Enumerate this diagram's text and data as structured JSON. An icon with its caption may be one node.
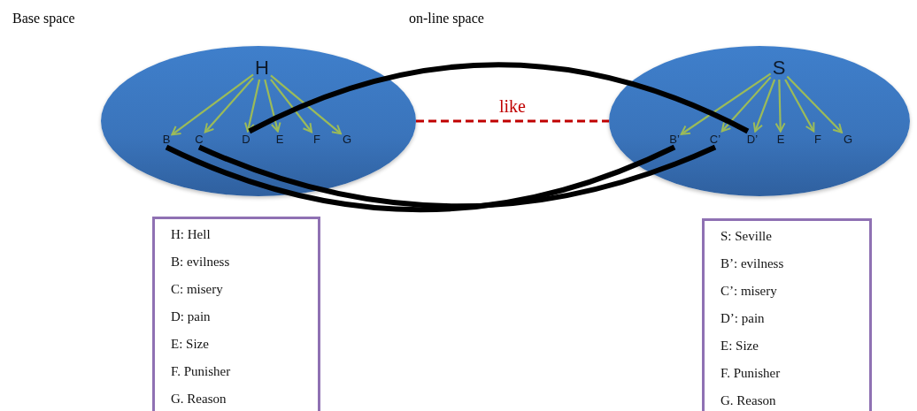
{
  "diagram": {
    "nodes": [
      {
        "text": [],
        "shape": "circle"
      },
      {
        "text": [
          "H"
        ],
        "in": 0
      },
      {
        "text": [
          "B"
        ],
        "in": 0
      },
      {
        "text": [
          "C"
        ],
        "in": 0
      },
      {
        "text": [
          "D"
        ],
        "in": 0
      },
      {
        "text": [
          "E"
        ],
        "in": 0
      },
      {
        "text": [
          "F"
        ],
        "in": 0
      },
      {
        "text": [
          "G"
        ],
        "in": 0
      },
      {
        "text": [],
        "shape": "circle"
      },
      {
        "text": [
          "S"
        ],
        "in": 8
      },
      {
        "text": [
          "B’"
        ],
        "in": 8
      },
      {
        "text": [
          "C’"
        ],
        "in": 8
      },
      {
        "text": [
          "D’"
        ],
        "in": 8
      },
      {
        "text": [
          "E"
        ],
        "in": 8
      },
      {
        "text": [
          "F"
        ],
        "in": 8
      },
      {
        "text": [
          "G"
        ],
        "in": 8
      },
      {
        "text": [
          "H: Hell",
          "B: evilness",
          "C: misery",
          "D: pain",
          "E: Size",
          "F. Punisher",
          "G. Reason"
        ]
      },
      {
        "text": [
          "S: Seville",
          "B’: evilness",
          "C’: misery",
          "D’: pain",
          "E: Size",
          "F. Punisher",
          "G. Reason"
        ]
      }
    ],
    "edges": [
      {
        "from": 1,
        "to": 2,
        "arrow": "to"
      },
      {
        "from": 1,
        "to": 3,
        "arrow": "to"
      },
      {
        "from": 1,
        "to": 4,
        "arrow": "to"
      },
      {
        "from": 1,
        "to": 5,
        "arrow": "to"
      },
      {
        "from": 1,
        "to": 6,
        "arrow": "to"
      },
      {
        "from": 1,
        "to": 7,
        "arrow": "to"
      },
      {
        "from": 9,
        "to": 10,
        "arrow": "to"
      },
      {
        "from": 9,
        "to": 11,
        "arrow": "to"
      },
      {
        "from": 9,
        "to": 12,
        "arrow": "to"
      },
      {
        "from": 9,
        "to": 13,
        "arrow": "to"
      },
      {
        "from": 9,
        "to": 14,
        "arrow": "to"
      },
      {
        "from": 9,
        "to": 15,
        "arrow": "to"
      },
      {
        "from": 0,
        "to": 8,
        "arrow": "none",
        "label": "like",
        "style": "dashed",
        "color": "#c00000"
      },
      {
        "from": 4,
        "to": 12,
        "arrow": "none",
        "style": "thick",
        "color": "#000000"
      },
      {
        "from": 2,
        "to": 10,
        "arrow": "none",
        "style": "thick",
        "color": "#000000"
      },
      {
        "from": 3,
        "to": 11,
        "arrow": "none",
        "style": "thick",
        "color": "#000000"
      }
    ],
    "labels": [
      "Base space",
      "on-line space"
    ]
  }
}
